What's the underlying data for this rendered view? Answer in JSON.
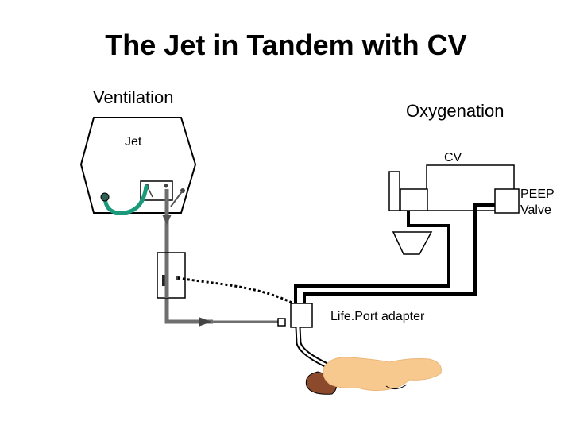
{
  "title": "The Jet in Tandem with CV",
  "labels": {
    "ventilation": "Ventilation",
    "oxygenation": "Oxygenation",
    "jet": "Jet",
    "cv": "CV",
    "peep_line1": "PEEP",
    "peep_line2": "Valve",
    "lifeport": "Life.Port adapter"
  },
  "colors": {
    "jet_tubing": "#6e6e6e",
    "cv_tubing": "#000000",
    "green_loop": "#1a9a7a",
    "patient_skin": "#f7c98f",
    "patient_hair": "#8b4a2b"
  }
}
